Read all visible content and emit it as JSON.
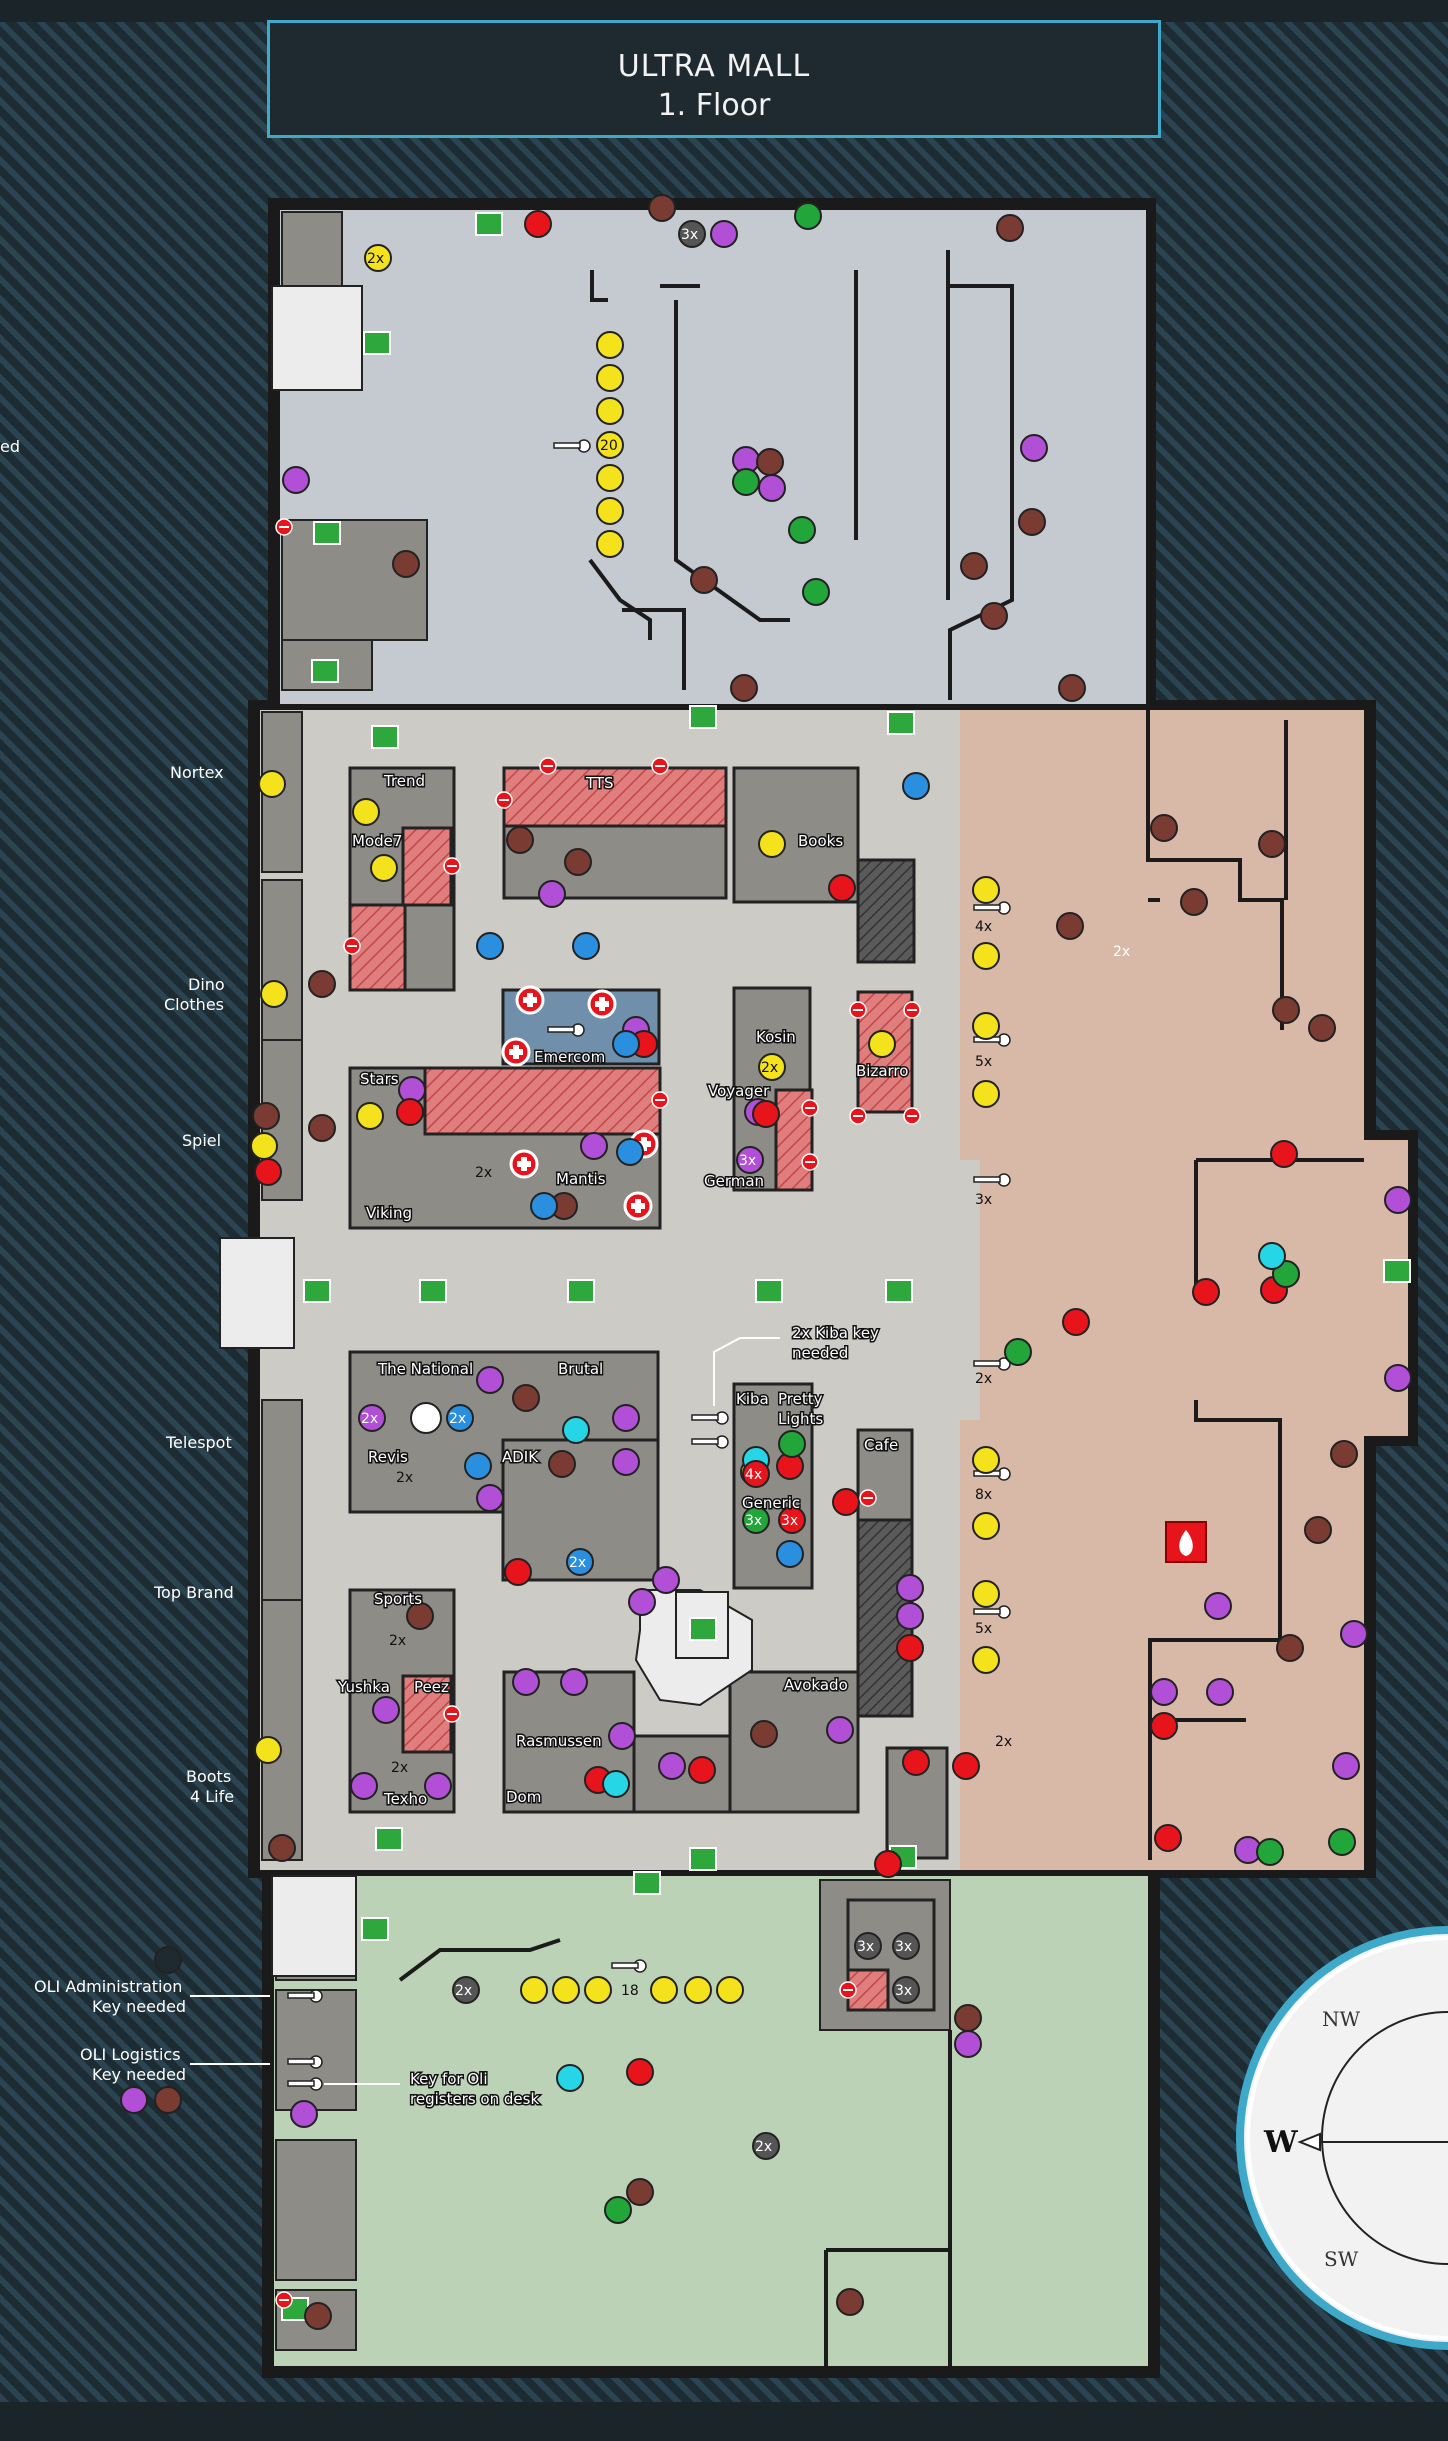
{
  "header": {
    "title": "ULTRA MALL",
    "floor": "1. Floor"
  },
  "side_labels": {
    "nortex": "Nortex",
    "dino_1": "Dino",
    "dino_2": "Clothes",
    "spiel": "Spiel",
    "telespot": "Telespot",
    "top_brand": "Top Brand",
    "boots_1": "Boots",
    "boots_2": "4 Life",
    "cut_left": "ed",
    "oli_admin_1": "OLI Administration",
    "oli_admin_2": "Key needed",
    "oli_log_1": "OLI Logistics",
    "oli_log_2": "Key needed"
  },
  "store_labels": {
    "trend": "Trend",
    "mode7": "Mode7",
    "tts": "TTS",
    "books": "Books",
    "emercom": "Emercom",
    "stars": "Stars",
    "kosin": "Kosin",
    "bizarro": "Bizarro",
    "voyager": "Voyager",
    "german": "German",
    "mantis": "Mantis",
    "viking": "Viking",
    "the_national": "The National",
    "brutal": "Brutal",
    "revis": "Revis",
    "adik": "ADIK",
    "kiba": "Kiba",
    "pretty_1": "Pretty",
    "pretty_2": "Lights",
    "generic": "Generic",
    "cafe": "Cafe",
    "sports": "Sports",
    "yushka": "Yushka",
    "peez": "Peez",
    "rasmussen": "Rasmussen",
    "avokado": "Avokado",
    "texho": "Texho",
    "dom": "Dom"
  },
  "notes": {
    "kiba_key_1": "2x Kiba key",
    "kiba_key_2": "needed",
    "oli_register_1": "Key for Oli",
    "oli_register_2": "registers on desk"
  },
  "counts": {
    "c2x": "2x",
    "c3x": "3x",
    "c4x": "4x",
    "c5x": "5x",
    "c8x": "8x",
    "c18": "18",
    "c20": "20"
  },
  "compass": {
    "nw": "NW",
    "w": "W",
    "sw": "SW"
  },
  "legend_colors": {
    "yellow": "#f4e21d",
    "purple": "#b14fd6",
    "brown": "#7a3b33",
    "red": "#e8141c",
    "green": "#22a63a",
    "blue": "#2b8fe0",
    "cyan": "#27d6e6",
    "white": "#ffffff"
  },
  "zone_colors": {
    "top_store": "#c5c9d0",
    "corridor": "#cdcbc6",
    "right_store": "#d8b9a8",
    "bottom_store": "#bcd2b6",
    "room_dark": "#8e8c87",
    "restricted": "#e07d7d",
    "medical": "#6f8fab"
  },
  "icons": [
    "stairs-icon",
    "key-icon",
    "medical-cross-icon",
    "fire-extinguisher-icon",
    "no-entry-icon",
    "compass-icon"
  ]
}
